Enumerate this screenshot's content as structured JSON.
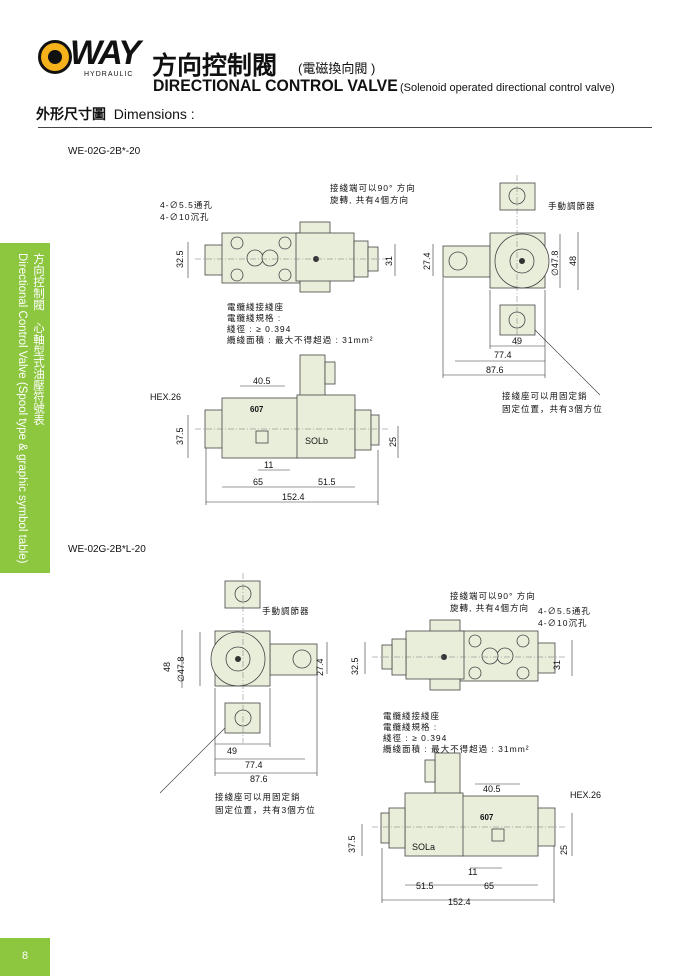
{
  "header": {
    "logo_text": "WAY",
    "logo_sub": "HYDRAULIC",
    "title_zh": "方向控制閥",
    "title_zh_sub": "(電磁換向閥 )",
    "title_en": "DIRECTIONAL CONTROL VALVE",
    "title_en_sub": "(Solenoid operated directional control valve)",
    "section_zh": "外形尺寸圖",
    "section_en": "Dimensions :"
  },
  "side_tab": {
    "zh": "方向控制閥　心軸型式油壓符號表",
    "en": "Directional Control Valve (Spool type & graphic symbol table)",
    "color": "#8dc63f"
  },
  "page_number": "8",
  "drawings": [
    {
      "model": "WE-02G-2B*-20",
      "solenoid_label": "SOLb",
      "labels": {
        "rotate_1": "接綫端可以90° 方向",
        "rotate_2": "旋轉, 共有4個方向",
        "hole_1": "4-∅5.5通孔",
        "hole_2": "4-∅10沉孔",
        "manual": "手動調節器",
        "cable_1": "電纜綫接綫座",
        "cable_2": "電纜綫規格 :",
        "cable_3": "綫徑 : ≥ 0.394",
        "cable_4": "纜綫面積 : 最大不得超過 : 31mm²",
        "pin_1": "接綫座可以用固定銷",
        "pin_2": "固定位置，共有3個方位",
        "plate": "607",
        "hex": "HEX.26"
      },
      "dims": {
        "d32_5": "32.5",
        "d31": "31",
        "d27_4": "27.4",
        "d47_8": "∅47.8",
        "d48": "48",
        "d49": "49",
        "d77_4": "77.4",
        "d87_6": "87.6",
        "d40_5": "40.5",
        "d37_5": "37.5",
        "d25": "25",
        "d11": "11",
        "d65": "65",
        "d51_5": "51.5",
        "d152_4": "152.4"
      }
    },
    {
      "model": "WE-02G-2B*L-20",
      "solenoid_label": "SOLa",
      "labels": {
        "rotate_1": "接綫端可以90° 方向",
        "rotate_2": "旋轉, 共有4個方向",
        "hole_1": "4-∅5.5通孔",
        "hole_2": "4-∅10沉孔",
        "manual": "手動調節器",
        "cable_1": "電纜綫接綫座",
        "cable_2": "電纜綫規格 :",
        "cable_3": "綫徑 : ≥ 0.394",
        "cable_4": "纜綫面積 : 最大不得超過 : 31mm²",
        "pin_1": "接綫座可以用固定銷",
        "pin_2": "固定位置，共有3個方位",
        "plate": "607",
        "hex": "HEX.26"
      },
      "dims": {
        "d32_5": "32.5",
        "d31": "31",
        "d27_4": "27.4",
        "d47_8": "∅47.8",
        "d48": "48",
        "d49": "49",
        "d77_4": "77.4",
        "d87_6": "87.6",
        "d40_5": "40.5",
        "d37_5": "37.5",
        "d25": "25",
        "d11": "11",
        "d65": "65",
        "d51_5": "51.5",
        "d152_4": "152.4"
      }
    }
  ]
}
